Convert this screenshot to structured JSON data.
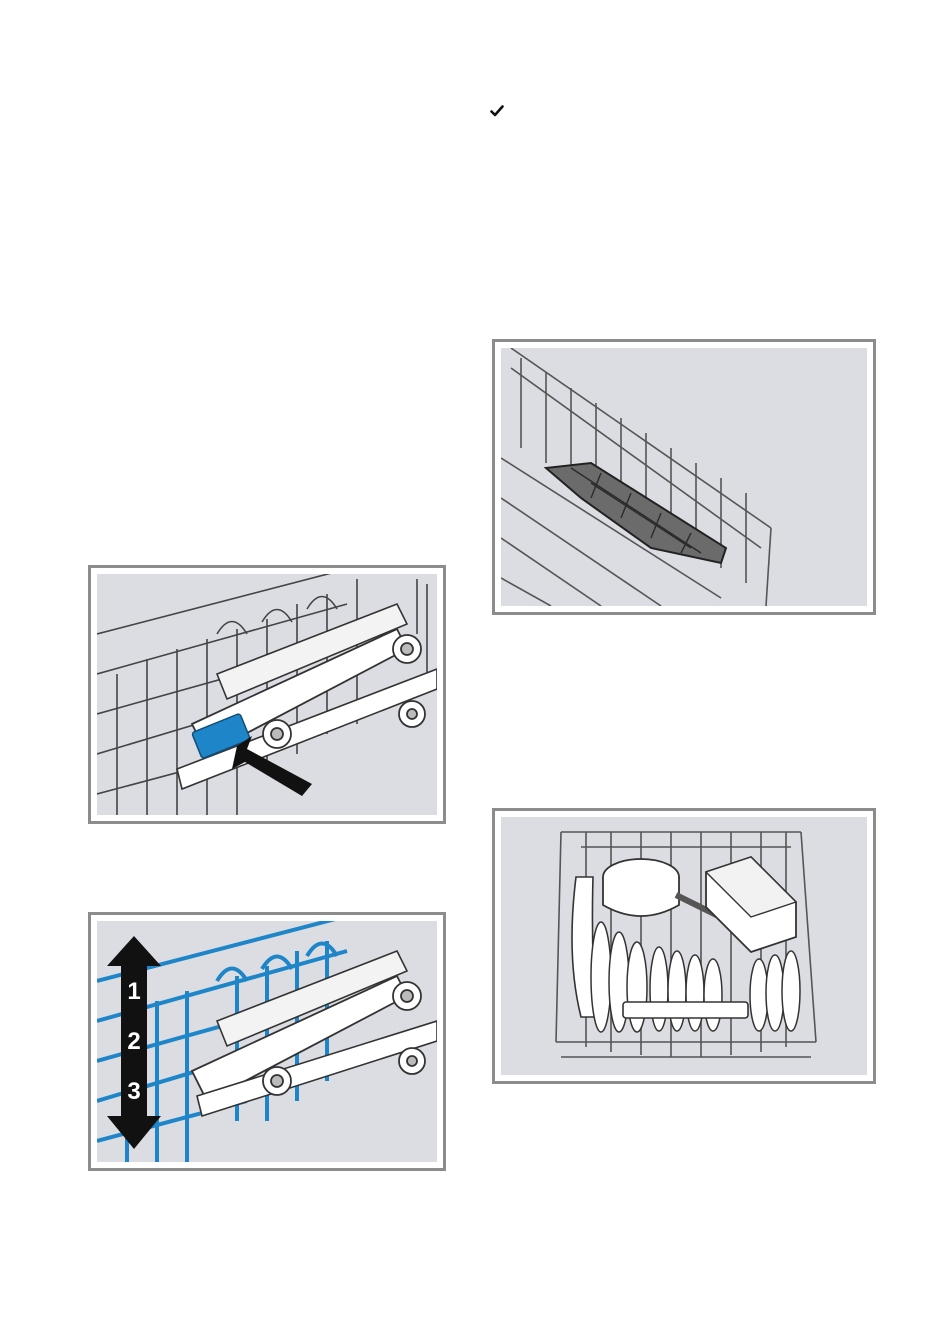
{
  "check_icon": "checkmark-icon",
  "figures": {
    "rack_release": {
      "icon": "push-arrow-icon",
      "accent": "#1e86c8"
    },
    "rack_height": {
      "levels": [
        "1",
        "2",
        "3"
      ],
      "accent": "#1e86c8"
    },
    "cup_shelf": {
      "icon": "folding-shelf"
    },
    "loaded_basket": {
      "icon": "loaded-basket"
    }
  }
}
